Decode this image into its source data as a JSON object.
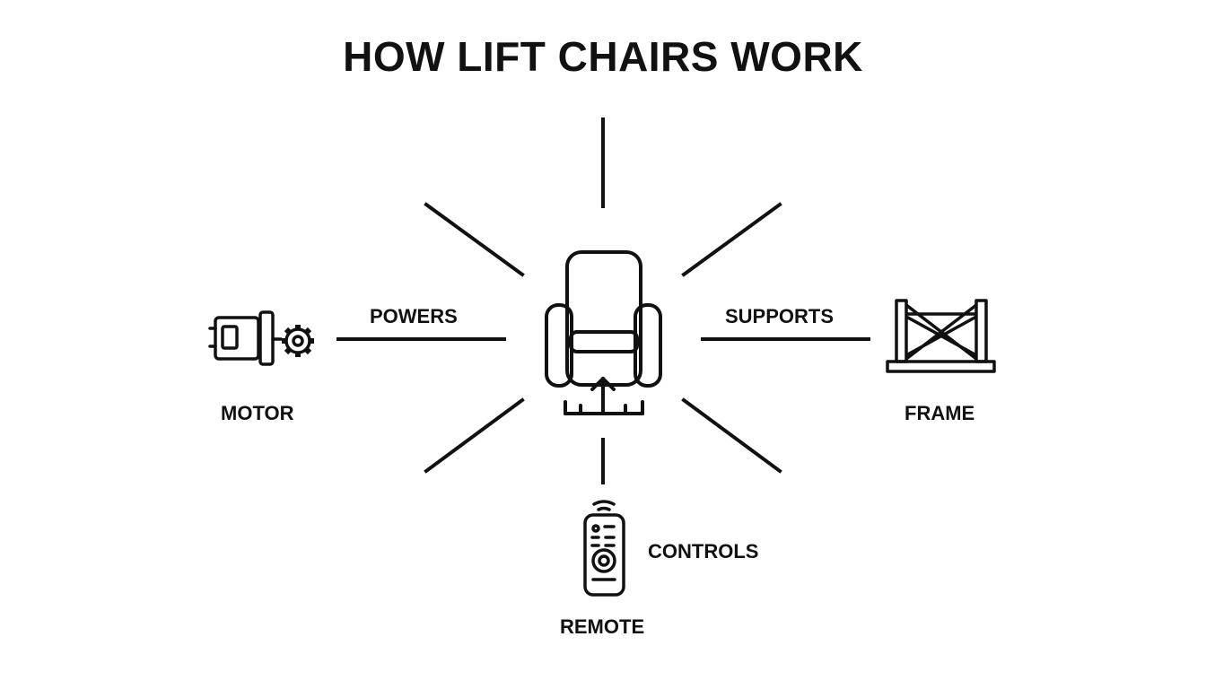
{
  "title": "HOW LIFT CHAIRS WORK",
  "components": {
    "motor": "MOTOR",
    "frame": "FRAME",
    "remote": "REMOTE"
  },
  "relations": {
    "powers": "POWERS",
    "supports": "SUPPORTS",
    "controls": "CONTROLS"
  },
  "colors": {
    "ink": "#111111",
    "background": "#ffffff"
  },
  "icons": {
    "center": "lift-chair-icon",
    "motor": "motor-gear-icon",
    "frame": "frame-truss-icon",
    "remote": "remote-control-icon"
  }
}
